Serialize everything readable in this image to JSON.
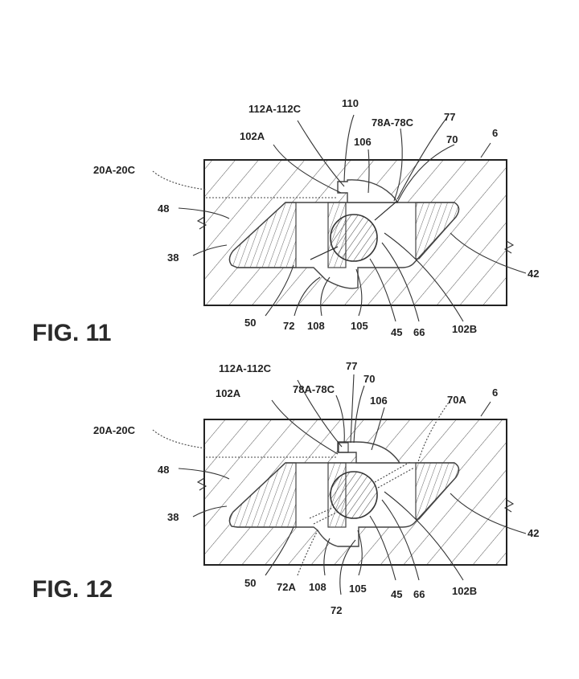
{
  "document": {
    "type": "patent-drawing-sheet",
    "colors": {
      "ink": "#222222",
      "paper": "#ffffff"
    }
  },
  "figures": [
    {
      "title": "FIG. 11",
      "labels": {
        "l112": "112A-112C",
        "l110": "110",
        "l78": "78A-78C",
        "l77": "77",
        "l102a": "102A",
        "l106": "106",
        "l70": "70",
        "l6": "6",
        "l20": "20A-20C",
        "l48": "48",
        "l38": "38",
        "l42": "42",
        "l50": "50",
        "l72": "72",
        "l108": "108",
        "l105": "105",
        "l45": "45",
        "l66": "66",
        "l102b": "102B"
      }
    },
    {
      "title": "FIG. 12",
      "labels": {
        "l112": "112A-112C",
        "l77": "77",
        "l70": "70",
        "l78": "78A-78C",
        "l102a": "102A",
        "l106": "106",
        "l70a": "70A",
        "l6": "6",
        "l20": "20A-20C",
        "l48": "48",
        "l38": "38",
        "l42": "42",
        "l50": "50",
        "l72a": "72A",
        "l108": "108",
        "l105": "105",
        "l45": "45",
        "l66": "66",
        "l102b": "102B",
        "l72": "72"
      }
    }
  ]
}
